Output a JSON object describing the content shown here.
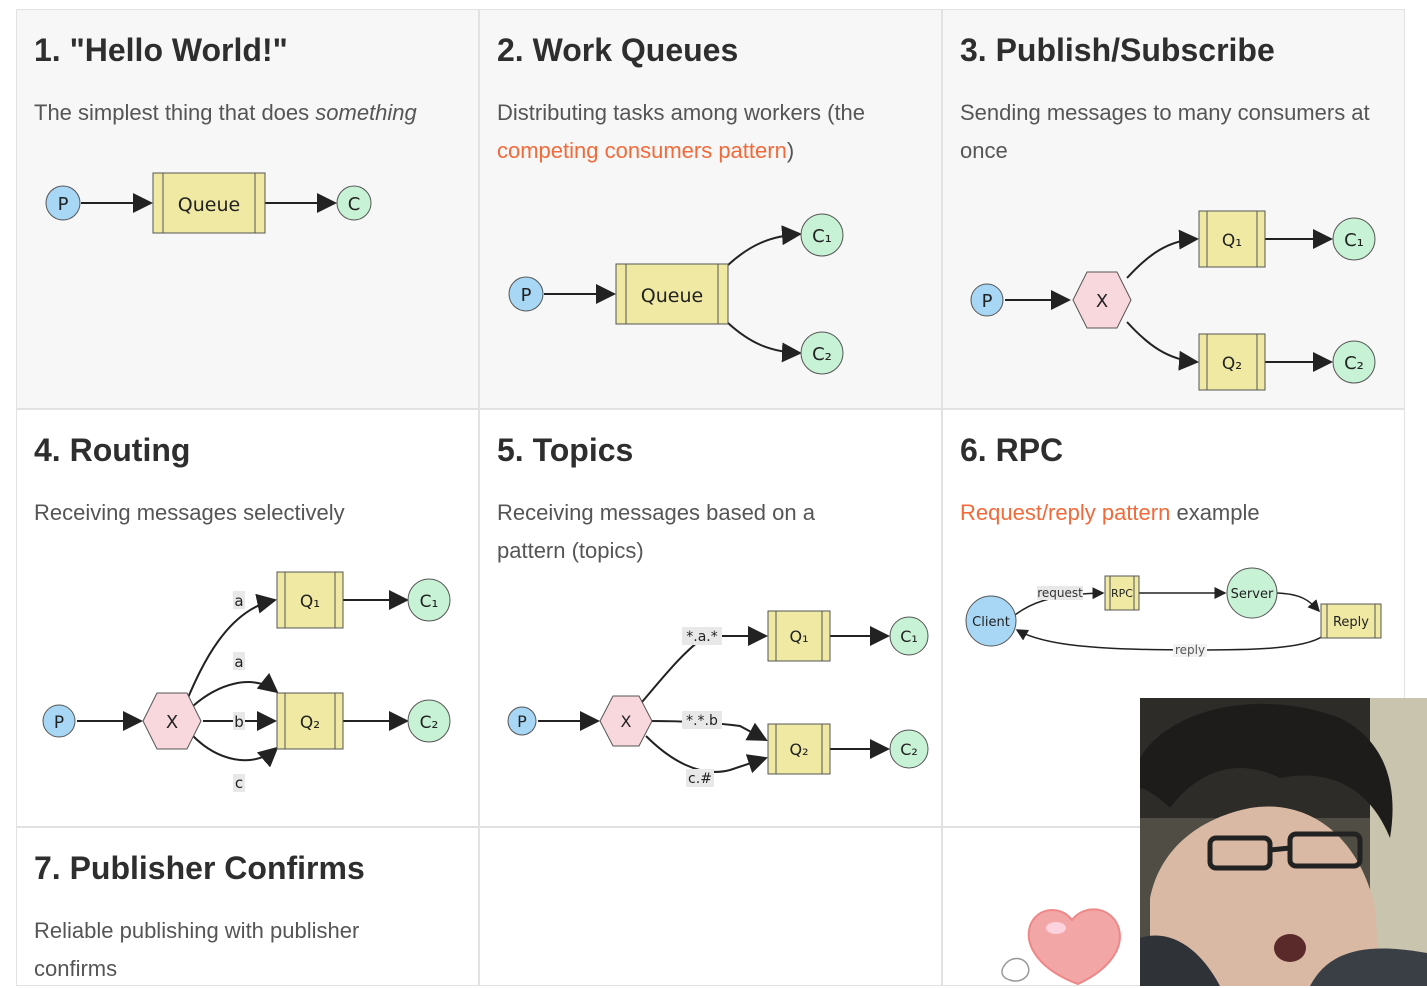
{
  "tutorials": [
    {
      "title": "1. \"Hello World!\"",
      "desc": "The simplest thing that does ",
      "desc_em": "something"
    },
    {
      "title": "2. Work Queues",
      "desc": "Distributing tasks among workers (the ",
      "desc_link": "competing consumers pattern",
      "desc_after": ")"
    },
    {
      "title": "3. Publish/Subscribe",
      "desc": "Sending messages to many consumers at once"
    },
    {
      "title": "4. Routing",
      "desc": "Receiving messages selectively"
    },
    {
      "title": "5. Topics",
      "desc": "Receiving messages based on a pattern (topics)"
    },
    {
      "title": "6. RPC",
      "desc_link": "Request/reply pattern",
      "desc_after": " example"
    },
    {
      "title": "7. Publisher Confirms",
      "desc": "Reliable publishing with publisher confirms"
    }
  ],
  "labels": {
    "producer": "P",
    "consumer": "C",
    "consumer1": "C₁",
    "consumer2": "C₂",
    "queue": "Queue",
    "queue1": "Q₁",
    "queue2": "Q₂",
    "exchange": "X",
    "routing_a": "a",
    "routing_b": "b",
    "routing_c": "c",
    "topic_1": "*.a.*",
    "topic_2": "*.*.b",
    "topic_3": "c.#",
    "client": "Client",
    "server": "Server",
    "rpc_queue": "RPC",
    "reply_queue": "Reply",
    "request": "request",
    "reply": "reply"
  },
  "colors": {
    "producer": "#a7d7f5",
    "consumer": "#c8f2d5",
    "queue": "#efe9a3",
    "exchange": "#f9d8dd",
    "link": "#f26a3a"
  }
}
